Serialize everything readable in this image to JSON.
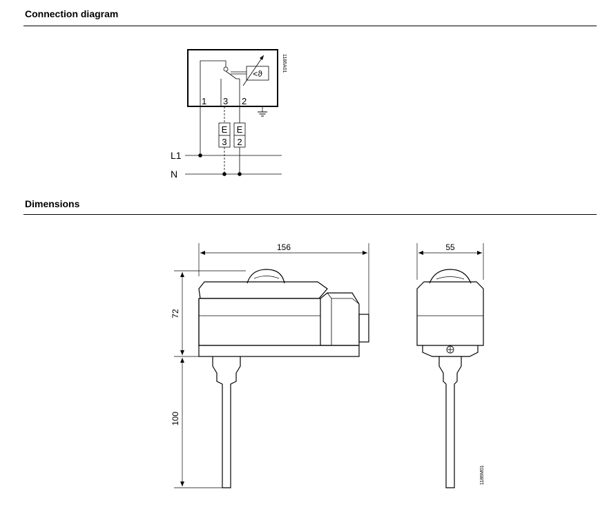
{
  "sections": {
    "connection": {
      "title": "Connection diagram"
    },
    "dimensions": {
      "title": "Dimensions"
    }
  },
  "connection_diagram": {
    "drawing_code": "1186A01",
    "terminals": [
      "1",
      "3",
      "2"
    ],
    "sensor_symbol": "<ϑ",
    "loads": [
      {
        "letter": "E",
        "number": "3"
      },
      {
        "letter": "E",
        "number": "2"
      }
    ],
    "lines": [
      "L1",
      "N"
    ]
  },
  "dimension_drawing": {
    "drawing_code": "1186M01",
    "width_front": "156",
    "width_side": "55",
    "height_housing": "72",
    "length_stem": "100"
  }
}
